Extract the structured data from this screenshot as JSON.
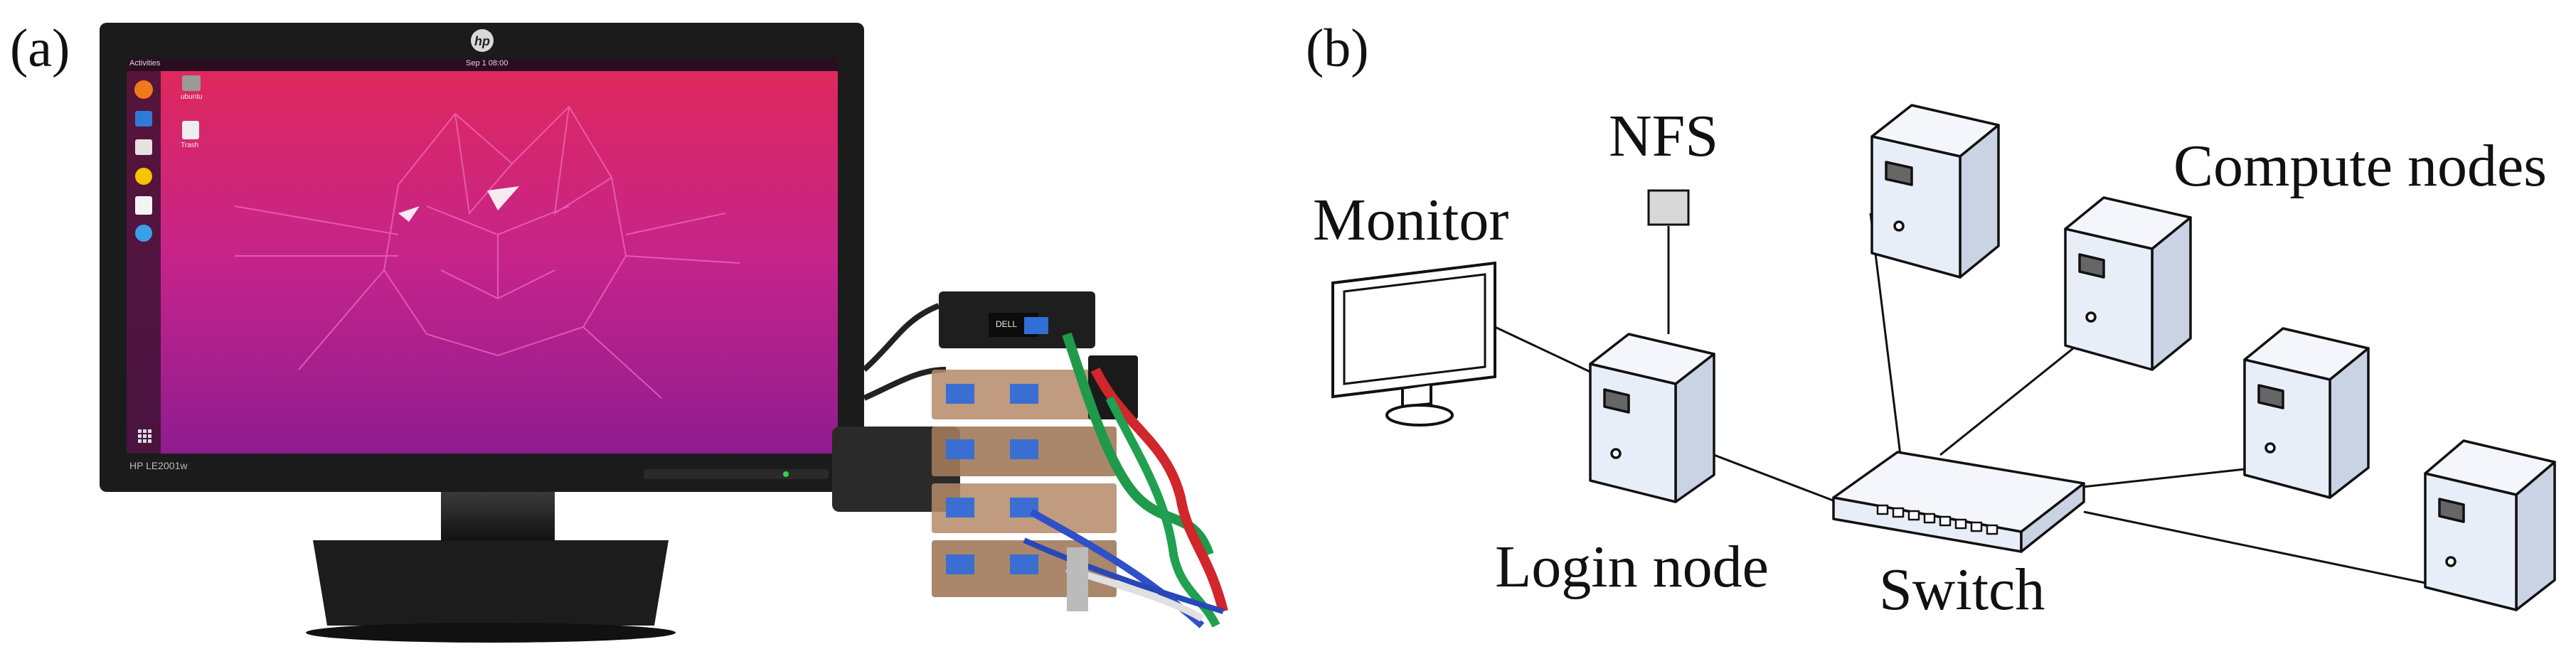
{
  "panel_a": {
    "label": "(a)",
    "monitor_brand_logo": "hp",
    "monitor_model_text": "HP LE2001w",
    "desktop_top_left": "Activities",
    "desktop_clock": "Sep 1 08:00",
    "desktop_icon_home": "ubuntu",
    "desktop_icon_trash": "Trash",
    "pi_brand_text": "DELL",
    "desktop_colors": {
      "top": "#e0285a",
      "mid": "#c6248a",
      "bottom": "#8f1c90"
    }
  },
  "panel_b": {
    "label": "(b)",
    "nodes": {
      "monitor": "Monitor",
      "nfs": "NFS",
      "login": "Login node",
      "switch": "Switch",
      "compute": "Compute nodes"
    },
    "colors": {
      "tower_fill": "#e8eef8",
      "tower_stroke": "#1a1a1a",
      "nfs_fill": "#d8d8d8"
    }
  }
}
